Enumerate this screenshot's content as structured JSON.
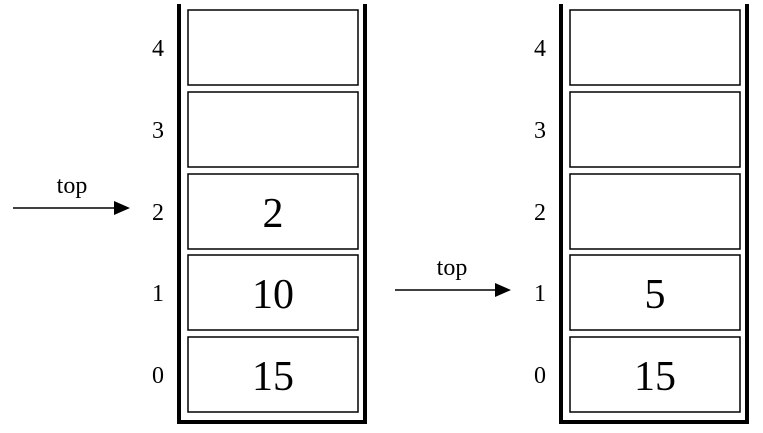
{
  "stacks": [
    {
      "cells": [
        {
          "index": "0",
          "value": "15"
        },
        {
          "index": "1",
          "value": "10"
        },
        {
          "index": "2",
          "value": "2"
        },
        {
          "index": "3",
          "value": ""
        },
        {
          "index": "4",
          "value": ""
        }
      ],
      "pointer": {
        "label": "top",
        "at_index": 2
      }
    },
    {
      "cells": [
        {
          "index": "0",
          "value": "15"
        },
        {
          "index": "1",
          "value": "5"
        },
        {
          "index": "2",
          "value": ""
        },
        {
          "index": "3",
          "value": ""
        },
        {
          "index": "4",
          "value": ""
        }
      ],
      "pointer": {
        "label": "top",
        "at_index": 1
      }
    }
  ]
}
